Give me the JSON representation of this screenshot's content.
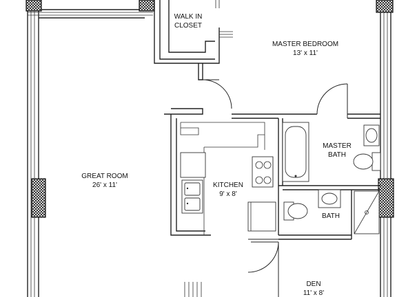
{
  "rooms": {
    "walk_in_closet": {
      "line1": "WALK IN",
      "line2": "CLOSET"
    },
    "master_bedroom": {
      "name": "MASTER BEDROOM",
      "size": "13' x 11'"
    },
    "great_room": {
      "name": "GREAT ROOM",
      "size": "26' x 11'"
    },
    "kitchen": {
      "name": "KITCHEN",
      "size": "9' x 8'"
    },
    "master_bath": {
      "line1": "MASTER",
      "line2": "BATH"
    },
    "bath": {
      "name": "BATH"
    },
    "den": {
      "name": "DEN",
      "size": "11' x 8'"
    }
  }
}
